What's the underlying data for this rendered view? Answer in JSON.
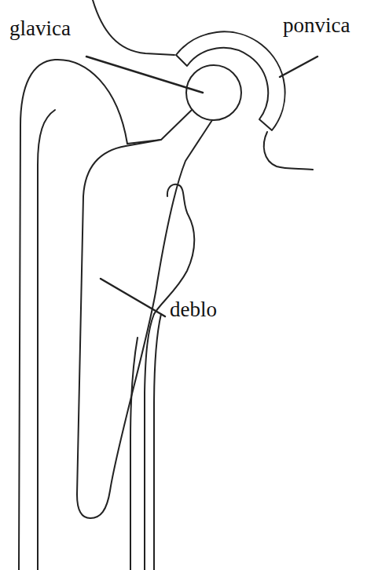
{
  "diagram": {
    "labels": [
      "glavica",
      "ponvica",
      "deblo"
    ]
  }
}
